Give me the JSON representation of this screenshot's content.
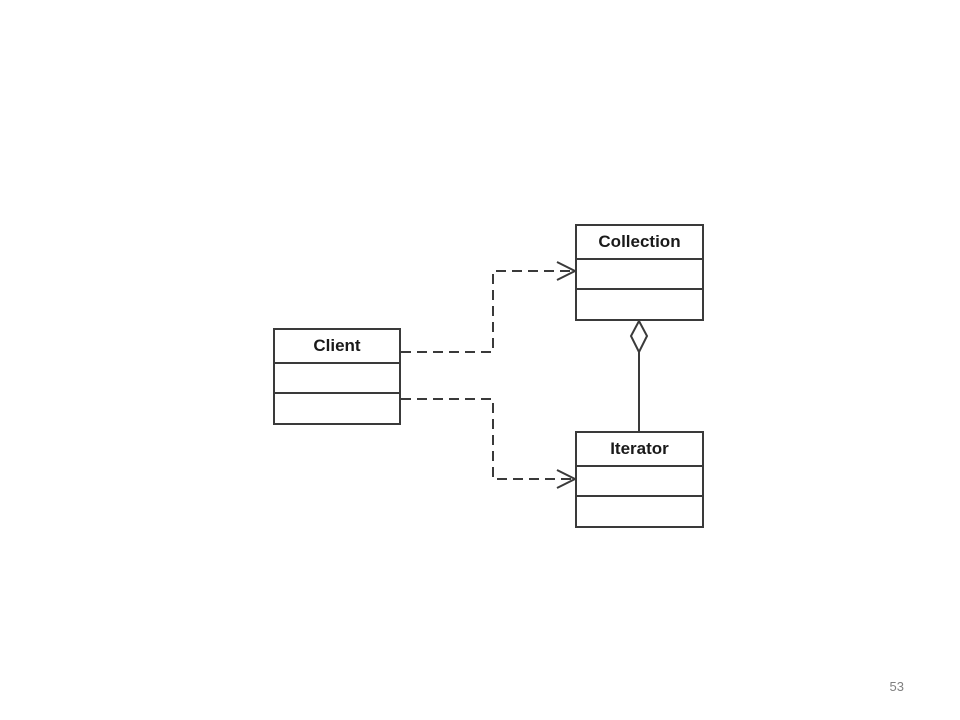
{
  "diagram": {
    "classes": {
      "client": {
        "name": "Client"
      },
      "collection": {
        "name": "Collection"
      },
      "iterator": {
        "name": "Iterator"
      }
    },
    "relations": [
      {
        "type": "dependency",
        "from": "Client",
        "to": "Collection"
      },
      {
        "type": "dependency",
        "from": "Client",
        "to": "Iterator"
      },
      {
        "type": "aggregation",
        "whole": "Collection",
        "part": "Iterator"
      }
    ],
    "line_color": "#3a3a3a"
  },
  "slide": {
    "page_number": "53"
  }
}
